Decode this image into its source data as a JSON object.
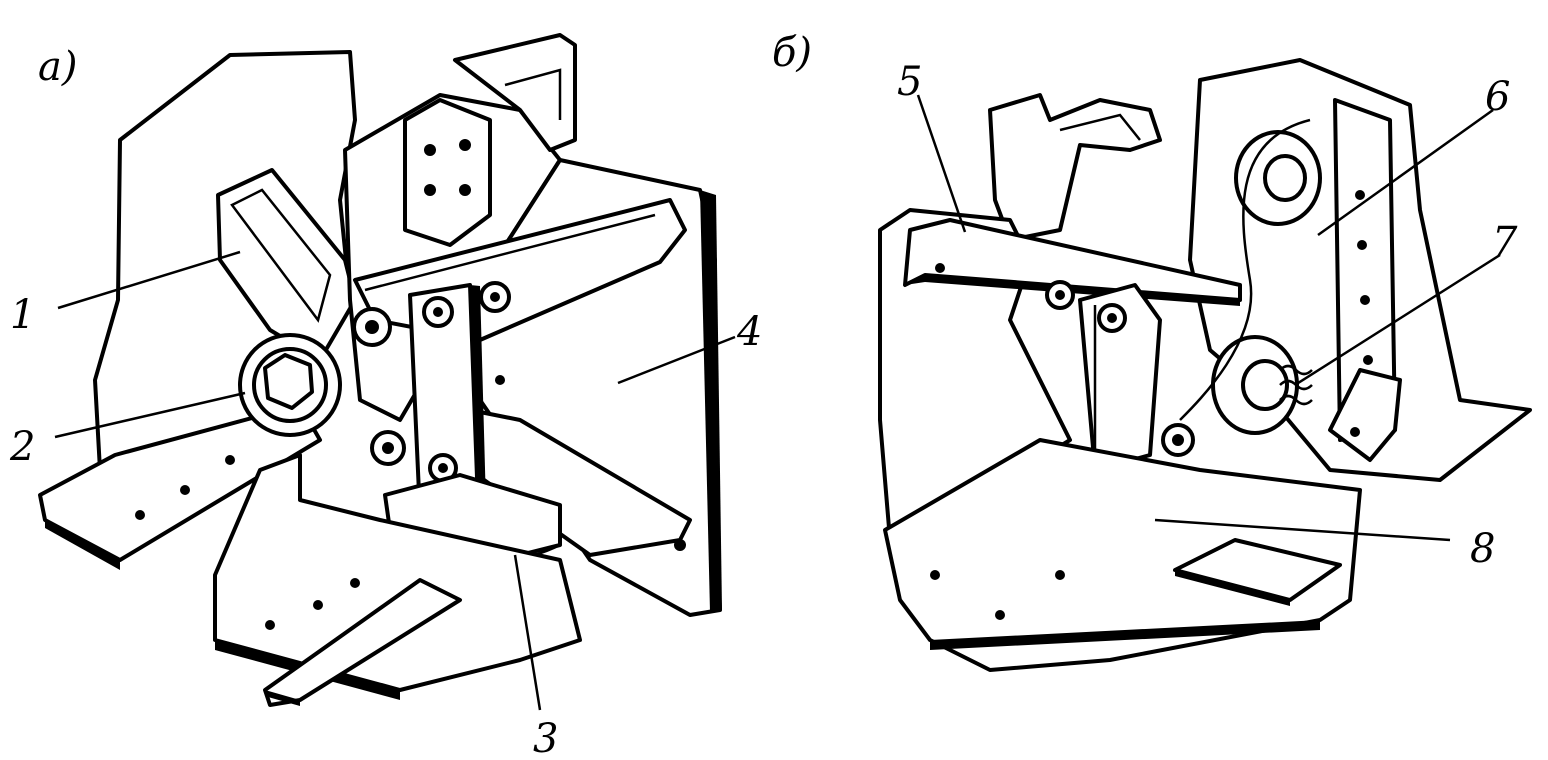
{
  "figure": {
    "panel_a": {
      "tag": "а)",
      "callouts": [
        "1",
        "2",
        "3",
        "4"
      ]
    },
    "panel_b": {
      "tag": "б)",
      "callouts": [
        "5",
        "6",
        "7",
        "8"
      ]
    }
  },
  "colors": {
    "ink": "#000000",
    "paper": "#ffffff"
  }
}
